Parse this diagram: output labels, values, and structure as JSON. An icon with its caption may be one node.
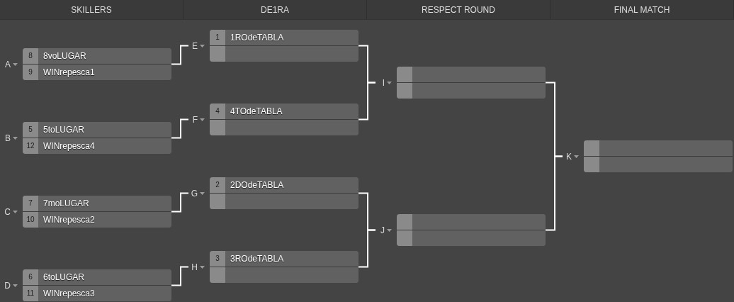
{
  "diagram": {
    "nodes": [
      {
        "text": [
          "A"
        ]
      },
      {
        "text": [
          "8",
          "8voLUGAR"
        ],
        "in": 0
      },
      {
        "text": [
          "9",
          "WINrepesca1"
        ],
        "in": 0
      },
      {
        "text": [
          "B"
        ]
      },
      {
        "text": [
          "5",
          "5toLUGAR"
        ],
        "in": 3
      },
      {
        "text": [
          "12",
          "WINrepesca4"
        ],
        "in": 3
      },
      {
        "text": [
          "C"
        ]
      },
      {
        "text": [
          "7",
          "7moLUGAR"
        ],
        "in": 6
      },
      {
        "text": [
          "10",
          "WINrepesca2"
        ],
        "in": 6
      },
      {
        "text": [
          "D"
        ]
      },
      {
        "text": [
          "6",
          "6toLUGAR"
        ],
        "in": 9
      },
      {
        "text": [
          "11",
          "WINrepesca3"
        ],
        "in": 9
      },
      {
        "text": [
          "E"
        ]
      },
      {
        "text": [
          "1",
          "1ROdeTABLA"
        ],
        "in": 12
      },
      {
        "text": [],
        "shape": "bar",
        "in": 12
      },
      {
        "text": [
          "F"
        ]
      },
      {
        "text": [
          "4",
          "4TOdeTABLA"
        ],
        "in": 15
      },
      {
        "text": [],
        "shape": "bar",
        "in": 15
      },
      {
        "text": [
          "G"
        ]
      },
      {
        "text": [
          "2",
          "2DOdeTABLA"
        ],
        "in": 18
      },
      {
        "text": [],
        "shape": "bar",
        "in": 18
      },
      {
        "text": [
          "H"
        ]
      },
      {
        "text": [
          "3",
          "3ROdeTABLA"
        ],
        "in": 21
      },
      {
        "text": [],
        "shape": "bar",
        "in": 21
      },
      {
        "text": [
          "I"
        ]
      },
      {
        "text": [],
        "shape": "bar",
        "in": 24
      },
      {
        "text": [],
        "shape": "bar",
        "in": 24
      },
      {
        "text": [
          "J"
        ]
      },
      {
        "text": [],
        "shape": "bar",
        "in": 27
      },
      {
        "text": [],
        "shape": "bar",
        "in": 27
      },
      {
        "text": [
          "K"
        ]
      },
      {
        "text": [],
        "shape": "bar",
        "in": 30
      },
      {
        "text": [],
        "shape": "bar",
        "in": 30
      }
    ],
    "edges": [
      {
        "from": 0,
        "to": 12,
        "arrow": "none"
      },
      {
        "from": 3,
        "to": 15,
        "arrow": "none"
      },
      {
        "from": 6,
        "to": 18,
        "arrow": "none"
      },
      {
        "from": 9,
        "to": 21,
        "arrow": "none"
      },
      {
        "from": 12,
        "to": 24,
        "arrow": "none"
      },
      {
        "from": 15,
        "to": 24,
        "arrow": "none"
      },
      {
        "from": 18,
        "to": 27,
        "arrow": "none"
      },
      {
        "from": 21,
        "to": 27,
        "arrow": "none"
      },
      {
        "from": 24,
        "to": 30,
        "arrow": "none"
      },
      {
        "from": 27,
        "to": 30,
        "arrow": "none"
      }
    ],
    "labels": [
      "SKILLERS",
      "DE1RA",
      "RESPECT ROUND",
      "FINAL MATCH"
    ]
  }
}
